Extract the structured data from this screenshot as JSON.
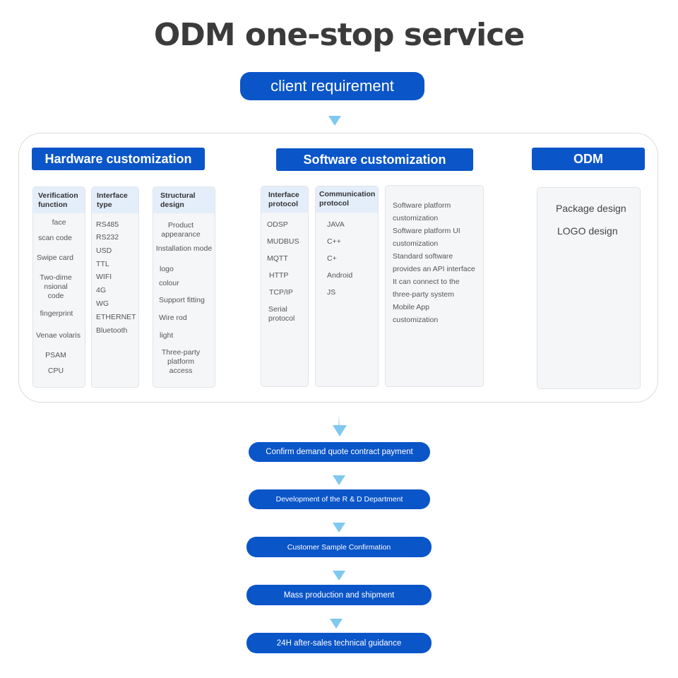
{
  "title": "ODM one-stop service",
  "client_requirement": "client  requirement",
  "sections": {
    "hardware": "Hardware customization",
    "software": "Software customization",
    "odm": "ODM"
  },
  "hardware_columns": {
    "verification": {
      "header": "Verification\nfunction",
      "items": [
        "face",
        "scan  code",
        "Swipe card",
        "Two-dime\nnsional\ncode",
        "fingerprint",
        "Venae volaris",
        "PSAM",
        "CPU"
      ]
    },
    "interface_type": {
      "header": "Interface\ntype",
      "items": [
        "RS485",
        "RS232",
        "USD",
        "TTL",
        "WIFI",
        "4G",
        "WG",
        "ETHERNET",
        "Bluetooth"
      ]
    },
    "structural": {
      "header": "Structural\ndesign",
      "items": [
        "Product\nappearance",
        "Installation mode",
        "logo",
        "colour",
        "Support fitting",
        "Wire rod",
        "light",
        "Three-party\nplatform\naccess"
      ]
    }
  },
  "software_columns": {
    "interface_protocol": {
      "header": "Interface\nprotocol",
      "items": [
        "ODSP",
        "MUDBUS",
        "MQTT",
        "HTTP",
        "TCP/IP",
        "Serial\nprotocol"
      ]
    },
    "communication_protocol": {
      "header": "Communication\nprotocol",
      "items": [
        "JAVA",
        "C++",
        "C+",
        "Android",
        "JS"
      ]
    },
    "services": [
      "Software platform",
      "customization",
      "Software platform UI",
      "customization",
      "Standard software",
      "provides an API interface",
      "It can connect to the",
      "three-party system",
      "Mobile App",
      "customization"
    ]
  },
  "odm_items": [
    "Package design",
    "LOGO design"
  ],
  "flow_steps": [
    "Confirm demand quote contract payment",
    "Development of the R & D Department",
    "Customer Sample Confirmation",
    "Mass production and shipment",
    "24H after-sales technical guidance"
  ],
  "colors": {
    "primary_blue": "#0a55c8",
    "arrow": "#7fc8f0",
    "column_header": "#e4eefb"
  }
}
